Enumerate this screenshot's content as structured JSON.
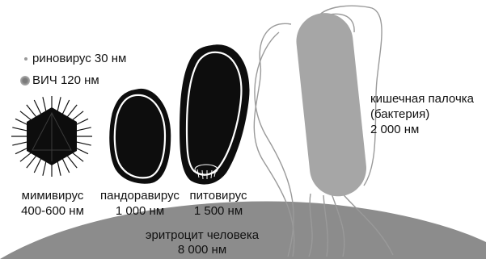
{
  "rhinovirus": {
    "label": "риновирус  30 нм"
  },
  "hiv": {
    "label": "ВИЧ 120 нм"
  },
  "mimivirus": {
    "name": "мимивирус",
    "size": "400-600 нм"
  },
  "pandoravirus": {
    "name": "пандоравирус",
    "size": "1 000 нм"
  },
  "pithovirus": {
    "name": "питовирус",
    "size": "1 500 нм"
  },
  "ecoli": {
    "line1": "кишечная палочка",
    "line2": "(бактерия)",
    "size": "2 000 нм"
  },
  "erythrocyte": {
    "name": "эритроцит человека",
    "size": "8 000 нм"
  },
  "colors": {
    "virus_fill": "#0d0d0d",
    "bacterium_fill": "#a6a6a6",
    "erythrocyte_fill": "#8c8c8c",
    "outline": "#ffffff",
    "text": "#111111"
  }
}
